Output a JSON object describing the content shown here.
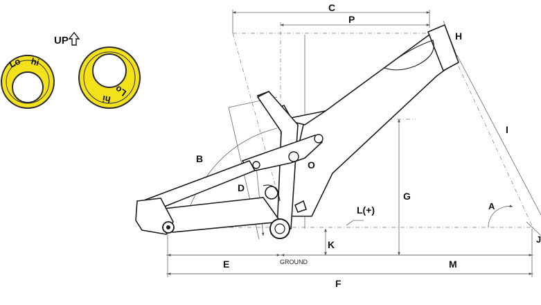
{
  "legend": {
    "up_label": "UP",
    "chip_left": {
      "lo": "Lo",
      "hi": "hi"
    },
    "chip_right": {
      "lo": "Lo",
      "hi": "hi"
    }
  },
  "labels": {
    "A": "A",
    "B": "B",
    "C": "C",
    "D": "D",
    "E": "E",
    "F": "F",
    "G": "G",
    "H": "H",
    "I": "I",
    "J": "J",
    "K": "K",
    "L": "L(+)",
    "M": "M",
    "O": "O",
    "P": "P"
  },
  "ground_label": "GROUND",
  "colors": {
    "chip_yellow": "#f3e21a",
    "chip_outline": "#2a2a2a",
    "line": "#1a1a1a",
    "dimension": "#666666"
  }
}
